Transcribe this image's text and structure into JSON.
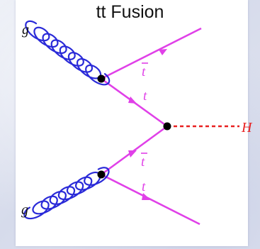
{
  "title": "tt Fusion",
  "labels": {
    "gluon_top": "g",
    "gluon_bottom": "g",
    "tbar_upper": "t",
    "t_upper_internal": "t",
    "tbar_lower_internal": "t",
    "t_lower": "t",
    "higgs": "H"
  },
  "colors": {
    "gluon": "#2a2ad8",
    "quark": "#e040e8",
    "higgs": "#e82020",
    "vertex": "#000000",
    "label_quark": "#e040e8",
    "label_higgs": "#e82020",
    "label_gluon": "#111111"
  }
}
